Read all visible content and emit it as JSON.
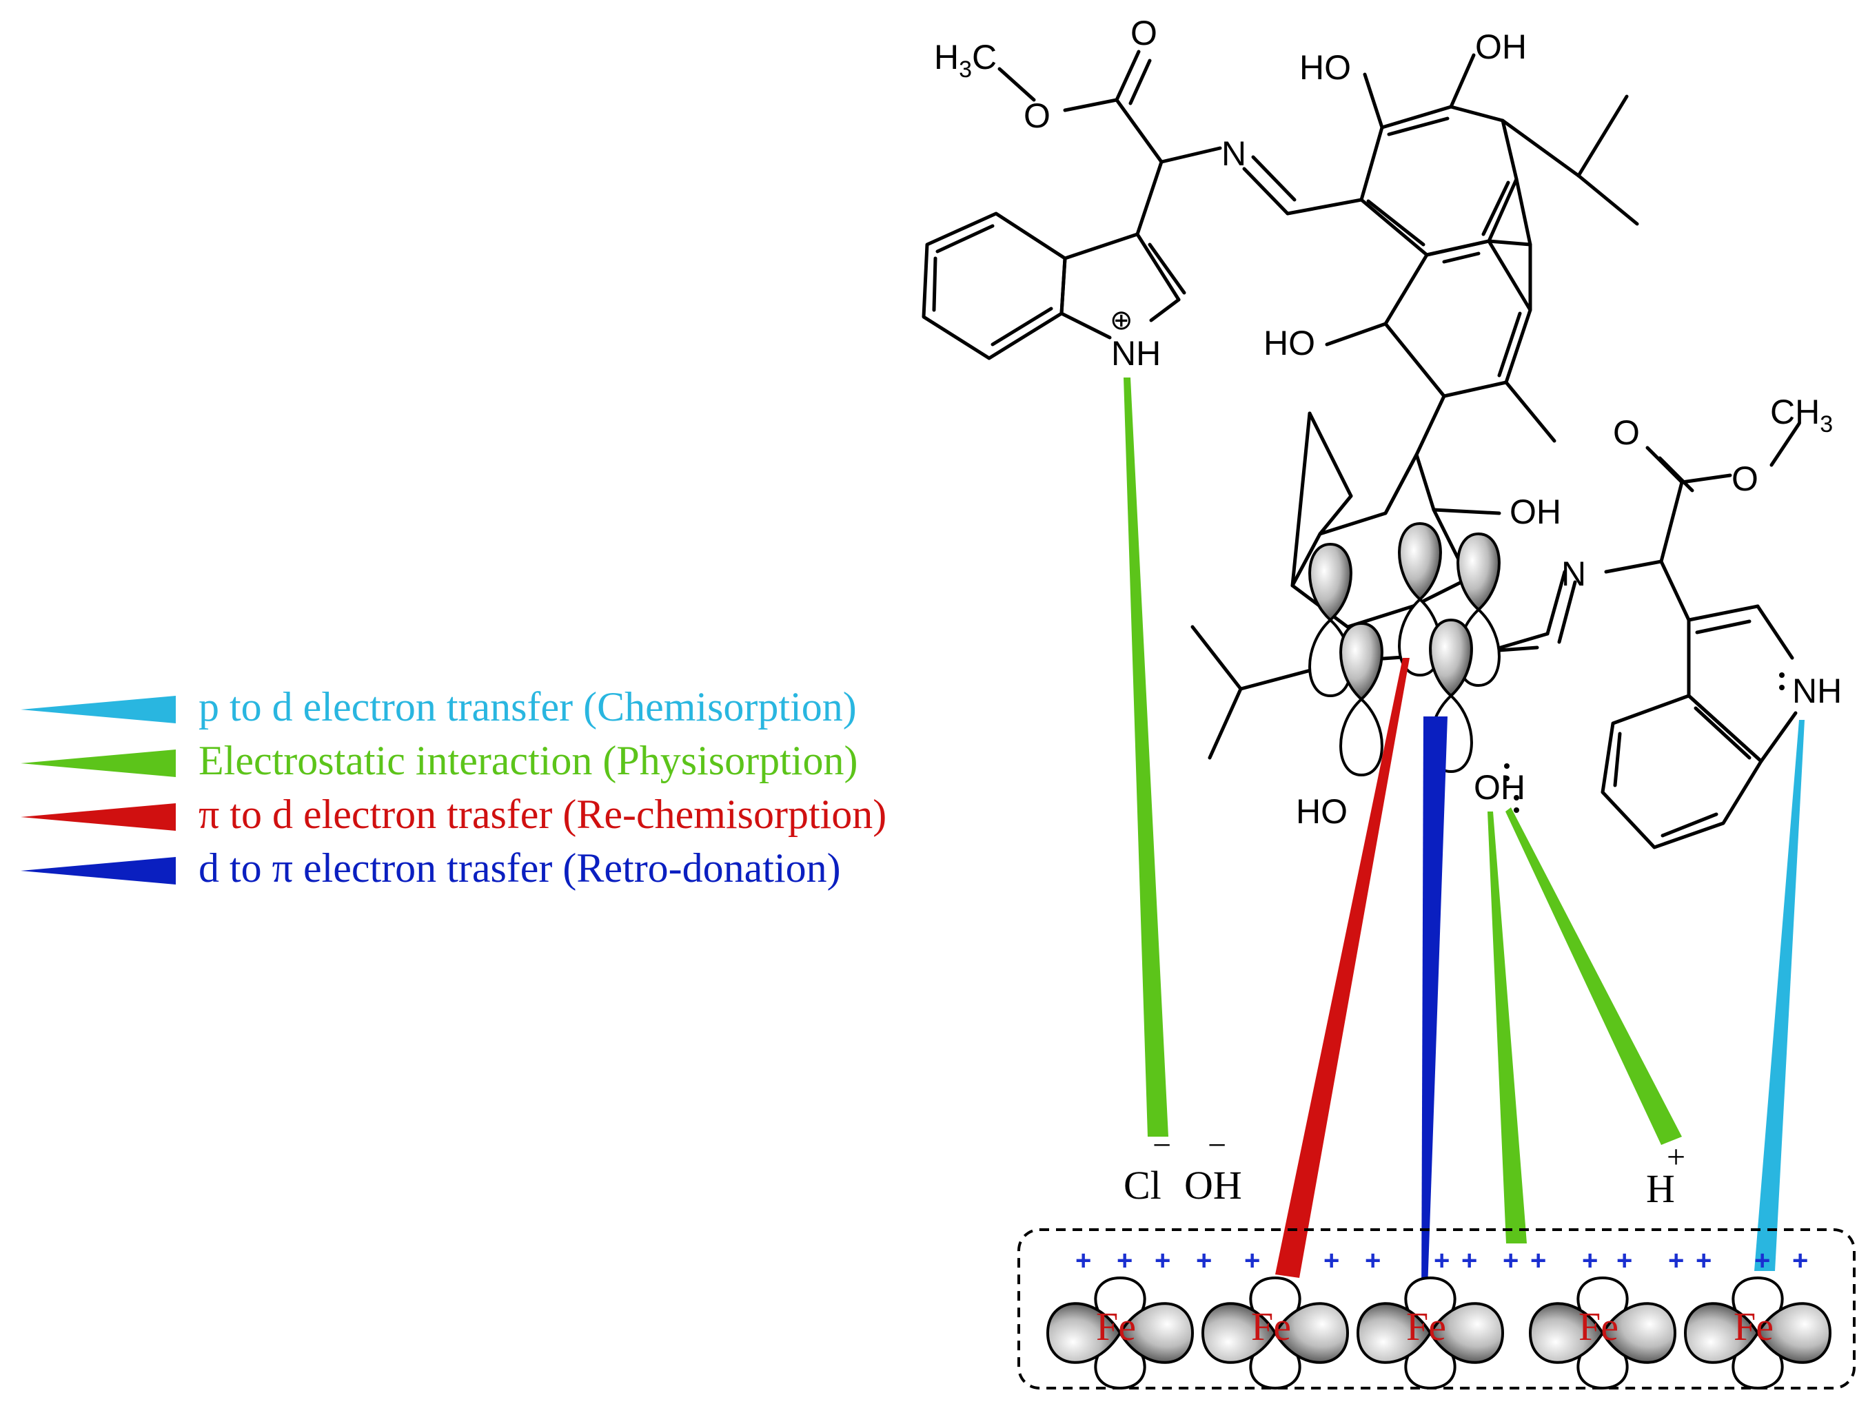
{
  "legend": [
    {
      "label": "p to d electron transfer (Chemisorption)",
      "color": "#29b6e0"
    },
    {
      "label": "Electrostatic interaction (Physisorption)",
      "color": "#5cc41a"
    },
    {
      "label": "π to d electron trasfer (Re-chemisorption)",
      "color": "#d01010"
    },
    {
      "label": "d to π electron trasfer (Retro-donation)",
      "color": "#0a1fc0"
    }
  ],
  "molecule": {
    "h3c": "H",
    "h3c_sub": "3",
    "h3c_c": "C",
    "o_carbonyl_top": "O",
    "o_ester_top": "O",
    "n_imine_top": "N",
    "oh_1": "HO",
    "oh_2": "OH",
    "oh_3": "HO",
    "oh_4": "OH",
    "nh_plus": "NH",
    "plus_sign": "⊕",
    "o_carbonyl_right": "O",
    "o_ester_right": "O",
    "ch3_right": "CH",
    "ch3_right_sub": "3",
    "n_imine_right": "N",
    "nh_right": "NH",
    "oh_bottom_left": "HO",
    "oh_bottom_right": "OH"
  },
  "ions": {
    "cl": "Cl",
    "cl_charge": "−",
    "oh": "OH",
    "oh_charge": "−",
    "h": "H",
    "h_charge": "+"
  },
  "surface": {
    "atom_label": "Fe",
    "atom_count": 5,
    "plus_sign": "+"
  },
  "colors": {
    "cyan": "#29b6e0",
    "green": "#5cc41a",
    "red": "#d01010",
    "blue": "#0a1fc0",
    "fe_text": "#c81414",
    "plus": "#1a2fd0"
  }
}
